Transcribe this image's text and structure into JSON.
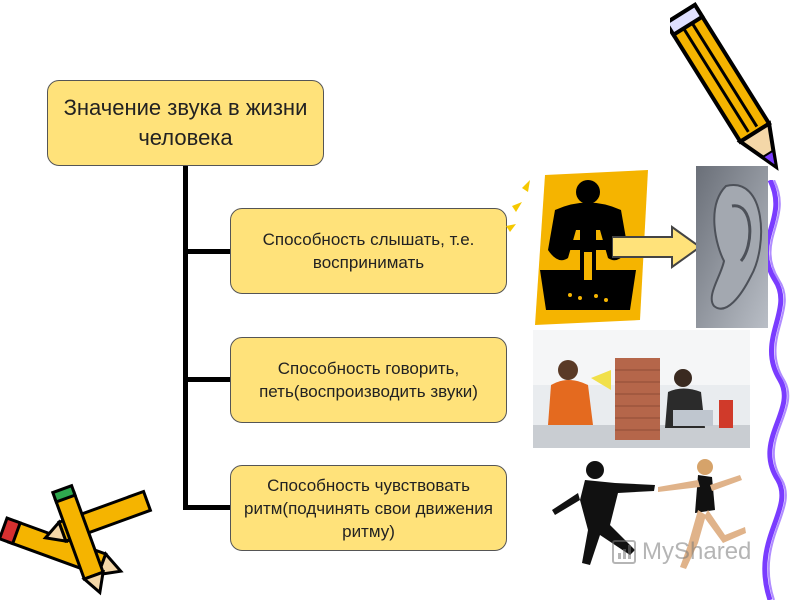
{
  "root": {
    "text": "Значение звука в жизни человека"
  },
  "items": [
    {
      "text": "Способность слышать, т.е. воспринимать"
    },
    {
      "text": "Способность говорить, петь(воспроизводить звуки)"
    },
    {
      "text": "Способность чувствовать ритм(подчинять свои движения ритму)"
    }
  ],
  "watermark": {
    "text": "MyShared"
  },
  "colors": {
    "box_fill": "#ffe27a",
    "connector": "#000000",
    "pencil_body": "#f5b400",
    "ribbon": "#7a3cff"
  },
  "icons": [
    "pencil-icon",
    "drill-worker-icon",
    "arrow-right-icon",
    "ear-photo",
    "megaphone-office-photo",
    "dancing-couple-photo",
    "pencils-cluster-icon"
  ]
}
